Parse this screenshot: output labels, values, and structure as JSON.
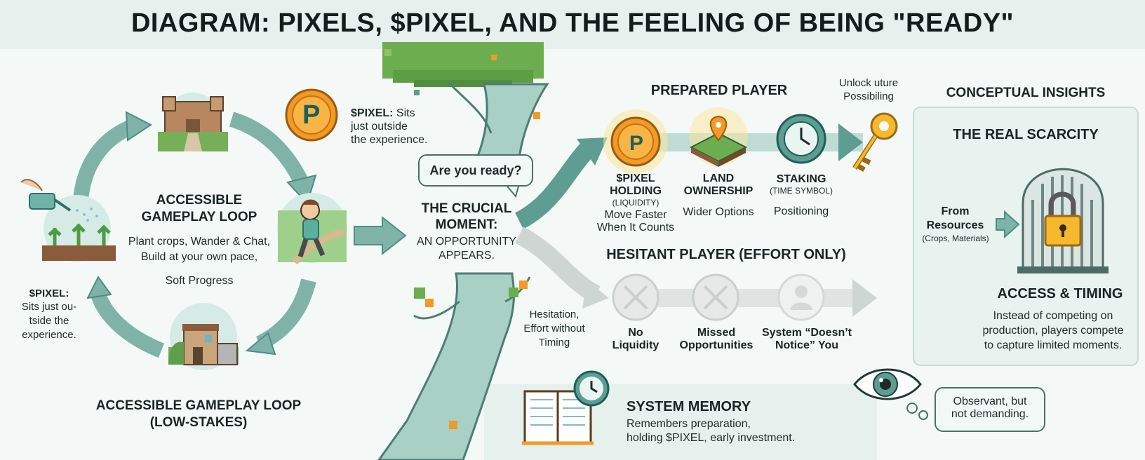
{
  "title": "DIAGRAM: PIXELS, $PIXEL, AND THE FEELING OF BEING \"READY\"",
  "loop": {
    "heading": "ACCESSIBLE\nGAMEPLAY LOOP",
    "desc1": "Plant crops, Wander & Chat,",
    "desc2": "Build at your own pace,",
    "desc3": "Soft Progress",
    "bottom_heading_1": "ACCESSIBLE GAMEPLAY LOOP",
    "bottom_heading_2": "(LOW-STAKES)",
    "pixel_label": "$PIXEL:",
    "pixel_desc_1": "Sits just ou-",
    "pixel_desc_2": "tside the",
    "pixel_desc_3": "experience."
  },
  "coin_note": {
    "label": "$PIXEL:",
    "text1": " Sits",
    "text2": "just outside",
    "text3": "the experience."
  },
  "coin_letter": "P",
  "moment": {
    "bubble": "Are you ready?",
    "heading1": "THE CRUCIAL",
    "heading2": "MOMENT:",
    "sub1": "AN OPPORTUNITY",
    "sub2": "APPEARS."
  },
  "prepared": {
    "heading": "PREPARED PLAYER",
    "unlock1": "Unlock uture",
    "unlock2": "Possibiling",
    "items": [
      {
        "title1": "$PIXEL",
        "title2": "HOLDING",
        "sub": "(LIQUIDITY)",
        "desc1": "Move Faster",
        "desc2": "When It Counts"
      },
      {
        "title1": "LAND",
        "title2": "OWNERSHIP",
        "sub": "",
        "desc1": "Wider Options",
        "desc2": ""
      },
      {
        "title1": "STAKING",
        "title2": "",
        "sub": "(TIME SYMBOL)",
        "desc1": "Positioning",
        "desc2": ""
      }
    ]
  },
  "hesitant": {
    "heading": "HESITANT PLAYER (EFFORT ONLY)",
    "side1": "Hesitation,",
    "side2": "Effort without",
    "side3": "Timing",
    "items": [
      {
        "line1": "No",
        "line2": "Liquidity"
      },
      {
        "line1": "Missed",
        "line2": "Opportunities"
      },
      {
        "line1": "System “Doesn’t",
        "line2": "Notice” You"
      }
    ]
  },
  "insights": {
    "heading": "CONCEPTUAL INSIGHTS",
    "scarcity": "THE REAL SCARCITY",
    "from1": "From",
    "from2": "Resources",
    "from3": "(Crops, Materials)",
    "access": "ACCESS & TIMING",
    "desc1": "Instead of competing on",
    "desc2": "production, players compete",
    "desc3": "to capture limited moments."
  },
  "memory": {
    "heading": "SYSTEM MEMORY",
    "desc1": "Remembers preparation,",
    "desc2": "holding $PIXEL, early investment."
  },
  "observer": {
    "line1": "Observant, but",
    "line2": "not demanding."
  },
  "colors": {
    "teal": "#5d9d92",
    "dark_teal": "#2f6f68",
    "orange": "#f29a25",
    "gold": "#f5b82e",
    "grey": "#c7cecc"
  }
}
